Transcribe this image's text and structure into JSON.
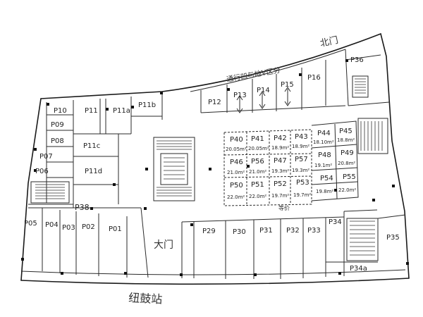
{
  "units_top": [
    {
      "id": "P12",
      "area": ""
    },
    {
      "id": "P13",
      "area": ""
    },
    {
      "id": "P14",
      "area": ""
    },
    {
      "id": "P15",
      "area": ""
    },
    {
      "id": "P16",
      "area": ""
    }
  ],
  "units_left": [
    {
      "id": "P10"
    },
    {
      "id": "P09"
    },
    {
      "id": "P11"
    },
    {
      "id": "P11a"
    },
    {
      "id": "P11b"
    },
    {
      "id": "P08"
    },
    {
      "id": "P11c"
    },
    {
      "id": "P07"
    },
    {
      "id": "P06"
    },
    {
      "id": "P11d"
    },
    {
      "id": "P38"
    }
  ],
  "units_bottom_left": [
    {
      "id": "P05"
    },
    {
      "id": "P04"
    },
    {
      "id": "P03"
    },
    {
      "id": "P02"
    },
    {
      "id": "P01"
    }
  ],
  "units_bottom_right": [
    {
      "id": "P29"
    },
    {
      "id": "P30"
    },
    {
      "id": "P31"
    },
    {
      "id": "P32"
    },
    {
      "id": "P33"
    },
    {
      "id": "P34"
    },
    {
      "id": "P35"
    },
    {
      "id": "P34a"
    }
  ],
  "units_grid": [
    {
      "id": "P40",
      "area": "20.05m²"
    },
    {
      "id": "P41",
      "area": "20.05m²"
    },
    {
      "id": "P42",
      "area": "18.9m²"
    },
    {
      "id": "P43",
      "area": "18.9m²"
    },
    {
      "id": "P44",
      "area": "18.10m²"
    },
    {
      "id": "P45",
      "area": "18.8m²"
    },
    {
      "id": "P46",
      "area": "21.0m²"
    },
    {
      "id": "P56",
      "area": "21.0m²"
    },
    {
      "id": "P47",
      "area": "19.3m²"
    },
    {
      "id": "P57",
      "area": "19.3m²"
    },
    {
      "id": "P48",
      "area": "19.1m²"
    },
    {
      "id": "P49",
      "area": "20.8m²"
    },
    {
      "id": "P50",
      "area": "22.0m²"
    },
    {
      "id": "P51",
      "area": "22.0m²"
    },
    {
      "id": "P52",
      "area": "19.7m²"
    },
    {
      "id": "P53",
      "area": "19.7m²"
    },
    {
      "id": "P54",
      "area": "19.8m²"
    },
    {
      "id": "P55",
      "area": "22.0m²"
    }
  ],
  "unit_p36": "P36",
  "annotations": {
    "north_gate": "北门",
    "corridor_note": "通行凹与地V区分",
    "main_gate": "大门",
    "street_name": "纽鼓站",
    "grid_footnote": "等价"
  }
}
